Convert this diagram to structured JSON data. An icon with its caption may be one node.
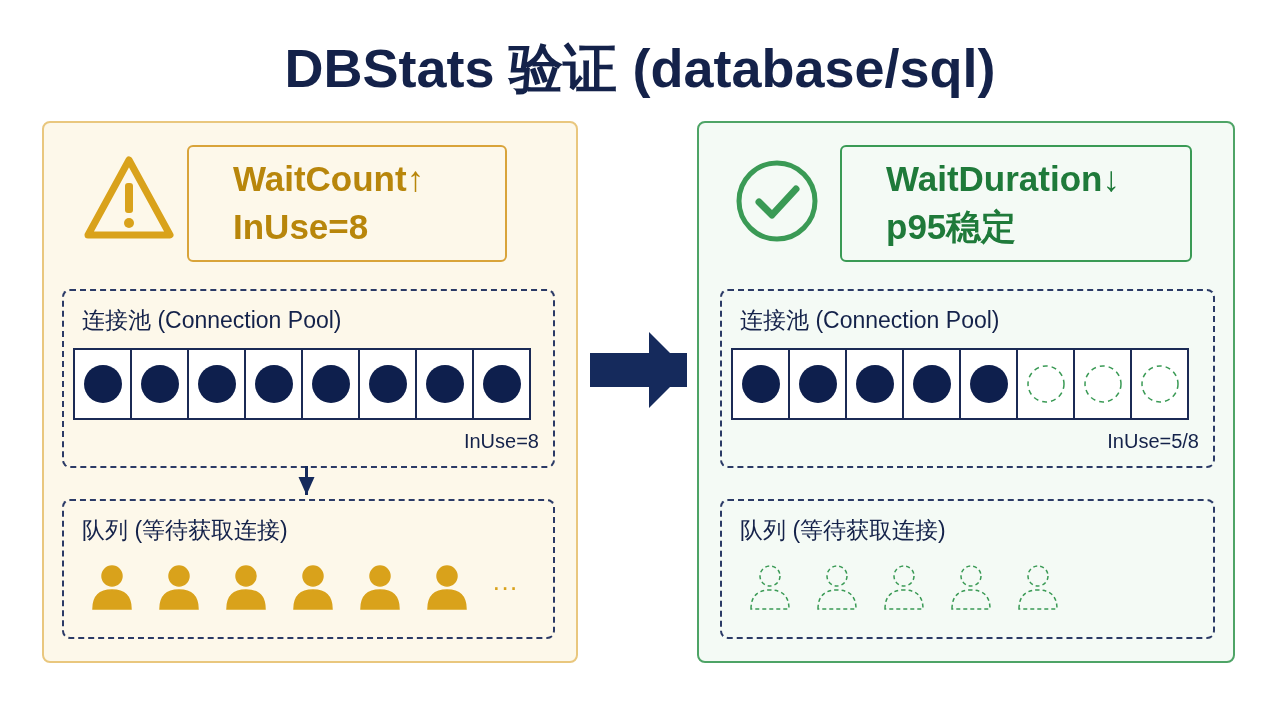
{
  "diagram": {
    "title": "DBStats 验证 (database/sql)",
    "nodes": [
      {
        "text": [],
        "shape": "box"
      },
      {
        "text": [
          "WaitCount↑",
          "InUse=8"
        ],
        "in": 0
      },
      {
        "text": [
          "连接池 (Connection Pool)",
          "InUse=8"
        ],
        "in": 0
      },
      {
        "text": [
          "队列 (等待获取连接)"
        ],
        "in": 0
      },
      {
        "text": [],
        "shape": "box"
      },
      {
        "text": [
          "WaitDuration↓",
          "p95稳定"
        ],
        "in": 4
      },
      {
        "text": [
          "连接池 (Connection Pool)",
          "InUse=5/8"
        ],
        "in": 4
      },
      {
        "text": [
          "队列 (等待获取连接)"
        ],
        "in": 4
      }
    ],
    "edges": [
      {
        "from": 2,
        "to": 3,
        "arrow": "to"
      },
      {
        "from": 0,
        "to": 4,
        "arrow": "to",
        "style": "thick"
      }
    ],
    "labels": [
      "···"
    ]
  }
}
